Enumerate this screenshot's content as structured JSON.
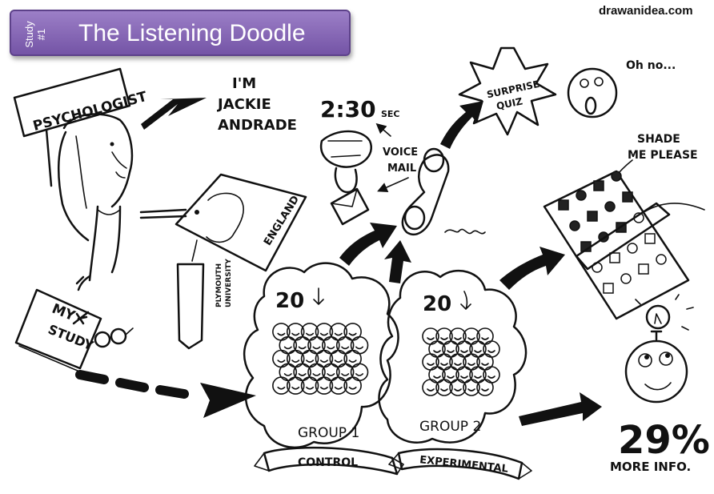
{
  "header": {
    "study_tag_line1": "Study",
    "study_tag_line2": "#1",
    "title": "The Listening Doodle",
    "brand": "drawanidea.com"
  },
  "labels": {
    "psychologist": "PSYCHOLOGIST",
    "im": "I'M",
    "jackie": "JACKIE",
    "andrade": "ANDRADE",
    "england": "ENGLAND",
    "tag_line1": "PLYMOUTH",
    "tag_line2": "UNIVERSITY",
    "my": "MY",
    "study": "STUDY",
    "timer": "2:30",
    "sec": "SEC",
    "voice": "VOICE",
    "mail": "MAIL",
    "surprise": "SURPRISE",
    "quiz": "QUIZ",
    "oh_no": "Oh no...",
    "shade": "SHADE",
    "me_please": "ME PLEASE",
    "group1_count": "20",
    "group2_count": "20",
    "group1": "GROUP 1",
    "group2": "GROUP 2",
    "control": "CONTROL",
    "experimental": "EXPERIMENTAL",
    "percent": "29%",
    "more_info": "MORE INFO."
  }
}
